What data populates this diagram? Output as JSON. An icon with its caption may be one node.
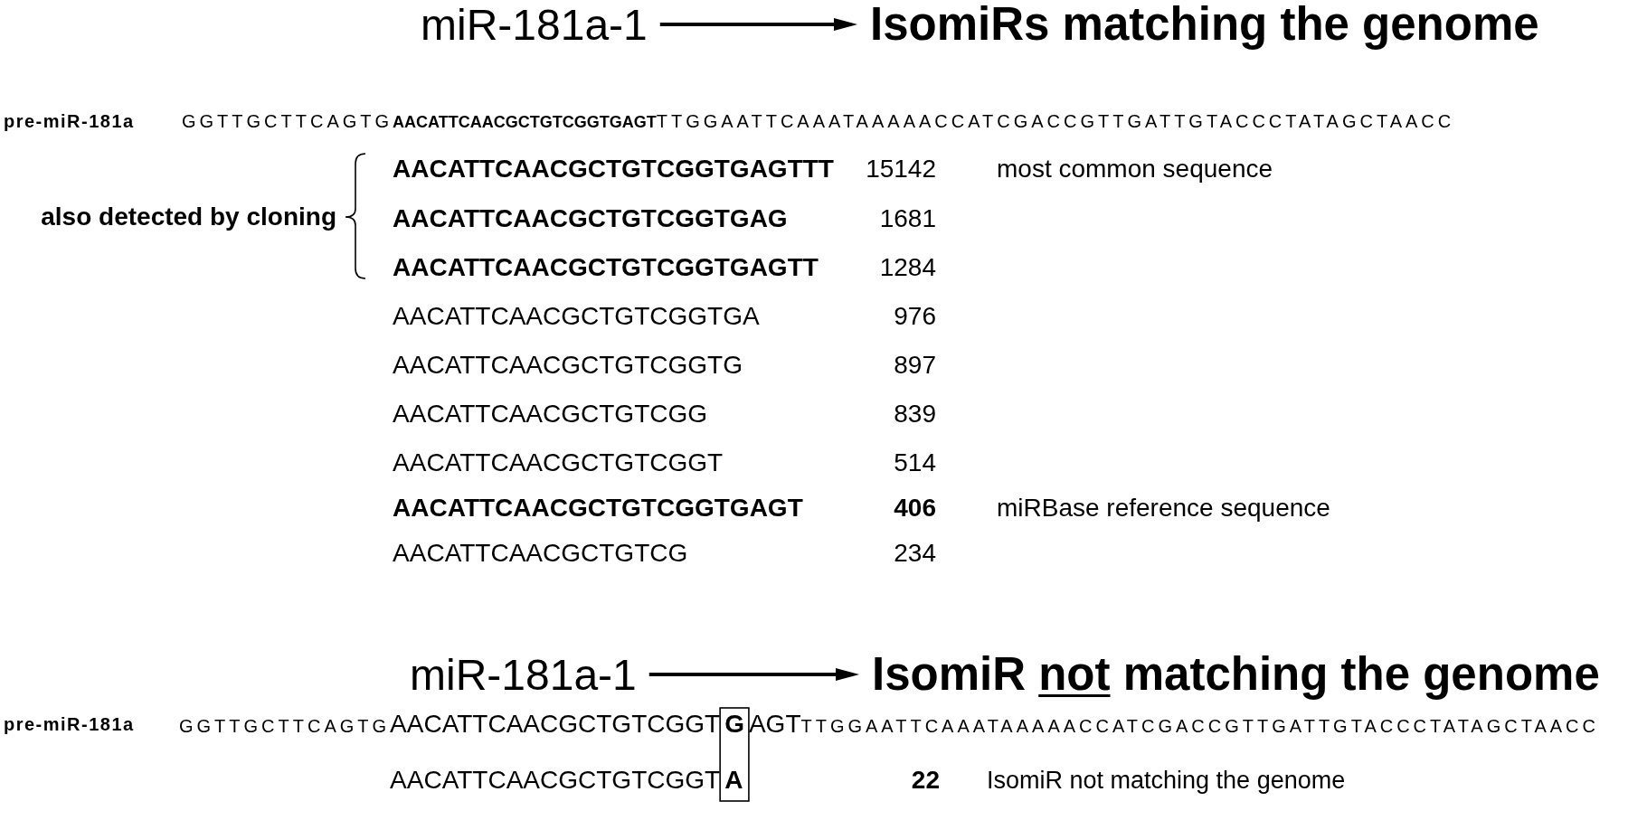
{
  "diagram": {
    "nodes": [
      {
        "text": [
          "miR-181a-1"
        ]
      },
      {
        "text": [
          "IsomiRs matching the genome"
        ]
      },
      {
        "text": [
          "miR-181a-1"
        ]
      },
      {
        "text": [
          "IsomiR not matching the genome"
        ]
      }
    ],
    "edges": [
      {
        "from": 0,
        "to": 1,
        "arrow": "to"
      },
      {
        "from": 2,
        "to": 3,
        "arrow": "to"
      }
    ],
    "labels": [
      "pre-miR-181a",
      "GGTTGCTTCAGTG**AACATTCAACGCTGTCGGTGAGT**TTGGAATTCAAATAAAAACCATCGACCGTTGATTGTACCCTATAGCTAACC",
      "AACATTCAACGCTGTCGGTGAGTTT",
      "15142",
      "most common sequence",
      "also detected by cloning",
      "AACATTCAACGCTGTCGGTGAG",
      "1681",
      "AACATTCAACGCTGTCGGTGAGTT",
      "1284",
      "AACATTCAACGCTGTCGGTGA",
      "976",
      "AACATTCAACGCTGTCGGTG",
      "897",
      "AACATTCAACGCTGTCGG",
      "839",
      "AACATTCAACGCTGTCGGT",
      "514",
      "AACATTCAACGCTGTCGGTGAGT",
      "406",
      "miRBase reference sequence",
      "AACATTCAACGCTGTCG",
      "234",
      "pre-miR-181a",
      "GGTTGCTTCAGTGAACATTCAACGCTGTCGGT**G**AGTTTGGAATTCAAATAAAAACCATCGACCGTTGATTGTACCCTATAGCTAACC",
      "AACATTCAACGCTGTCGGT**A**",
      "22",
      "IsomiR not matching the genome"
    ]
  }
}
